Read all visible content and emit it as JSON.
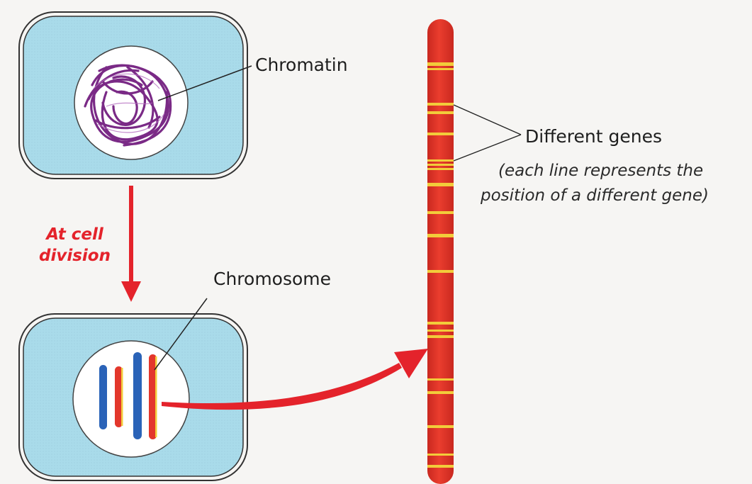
{
  "labels": {
    "chromatin": "Chromatin",
    "chromosome": "Chromosome",
    "different_genes": "Different genes",
    "genes_note_line1": "(each line represents the",
    "genes_note_line2": "position of a different gene)",
    "arrow_label_line1": "At cell",
    "arrow_label_line2": "division"
  },
  "colors": {
    "cell_fill": "#a9dbea",
    "nucleus_fill": "#ffffff",
    "chromatin": "#7a2a86",
    "chromosome_red": "#e3372c",
    "chromosome_blue": "#2a63b8",
    "gene_band": "#f2cc3a",
    "arrow": "#e4232b"
  },
  "icons": {
    "chromatin_tangle": "chromatin-tangle-icon"
  }
}
